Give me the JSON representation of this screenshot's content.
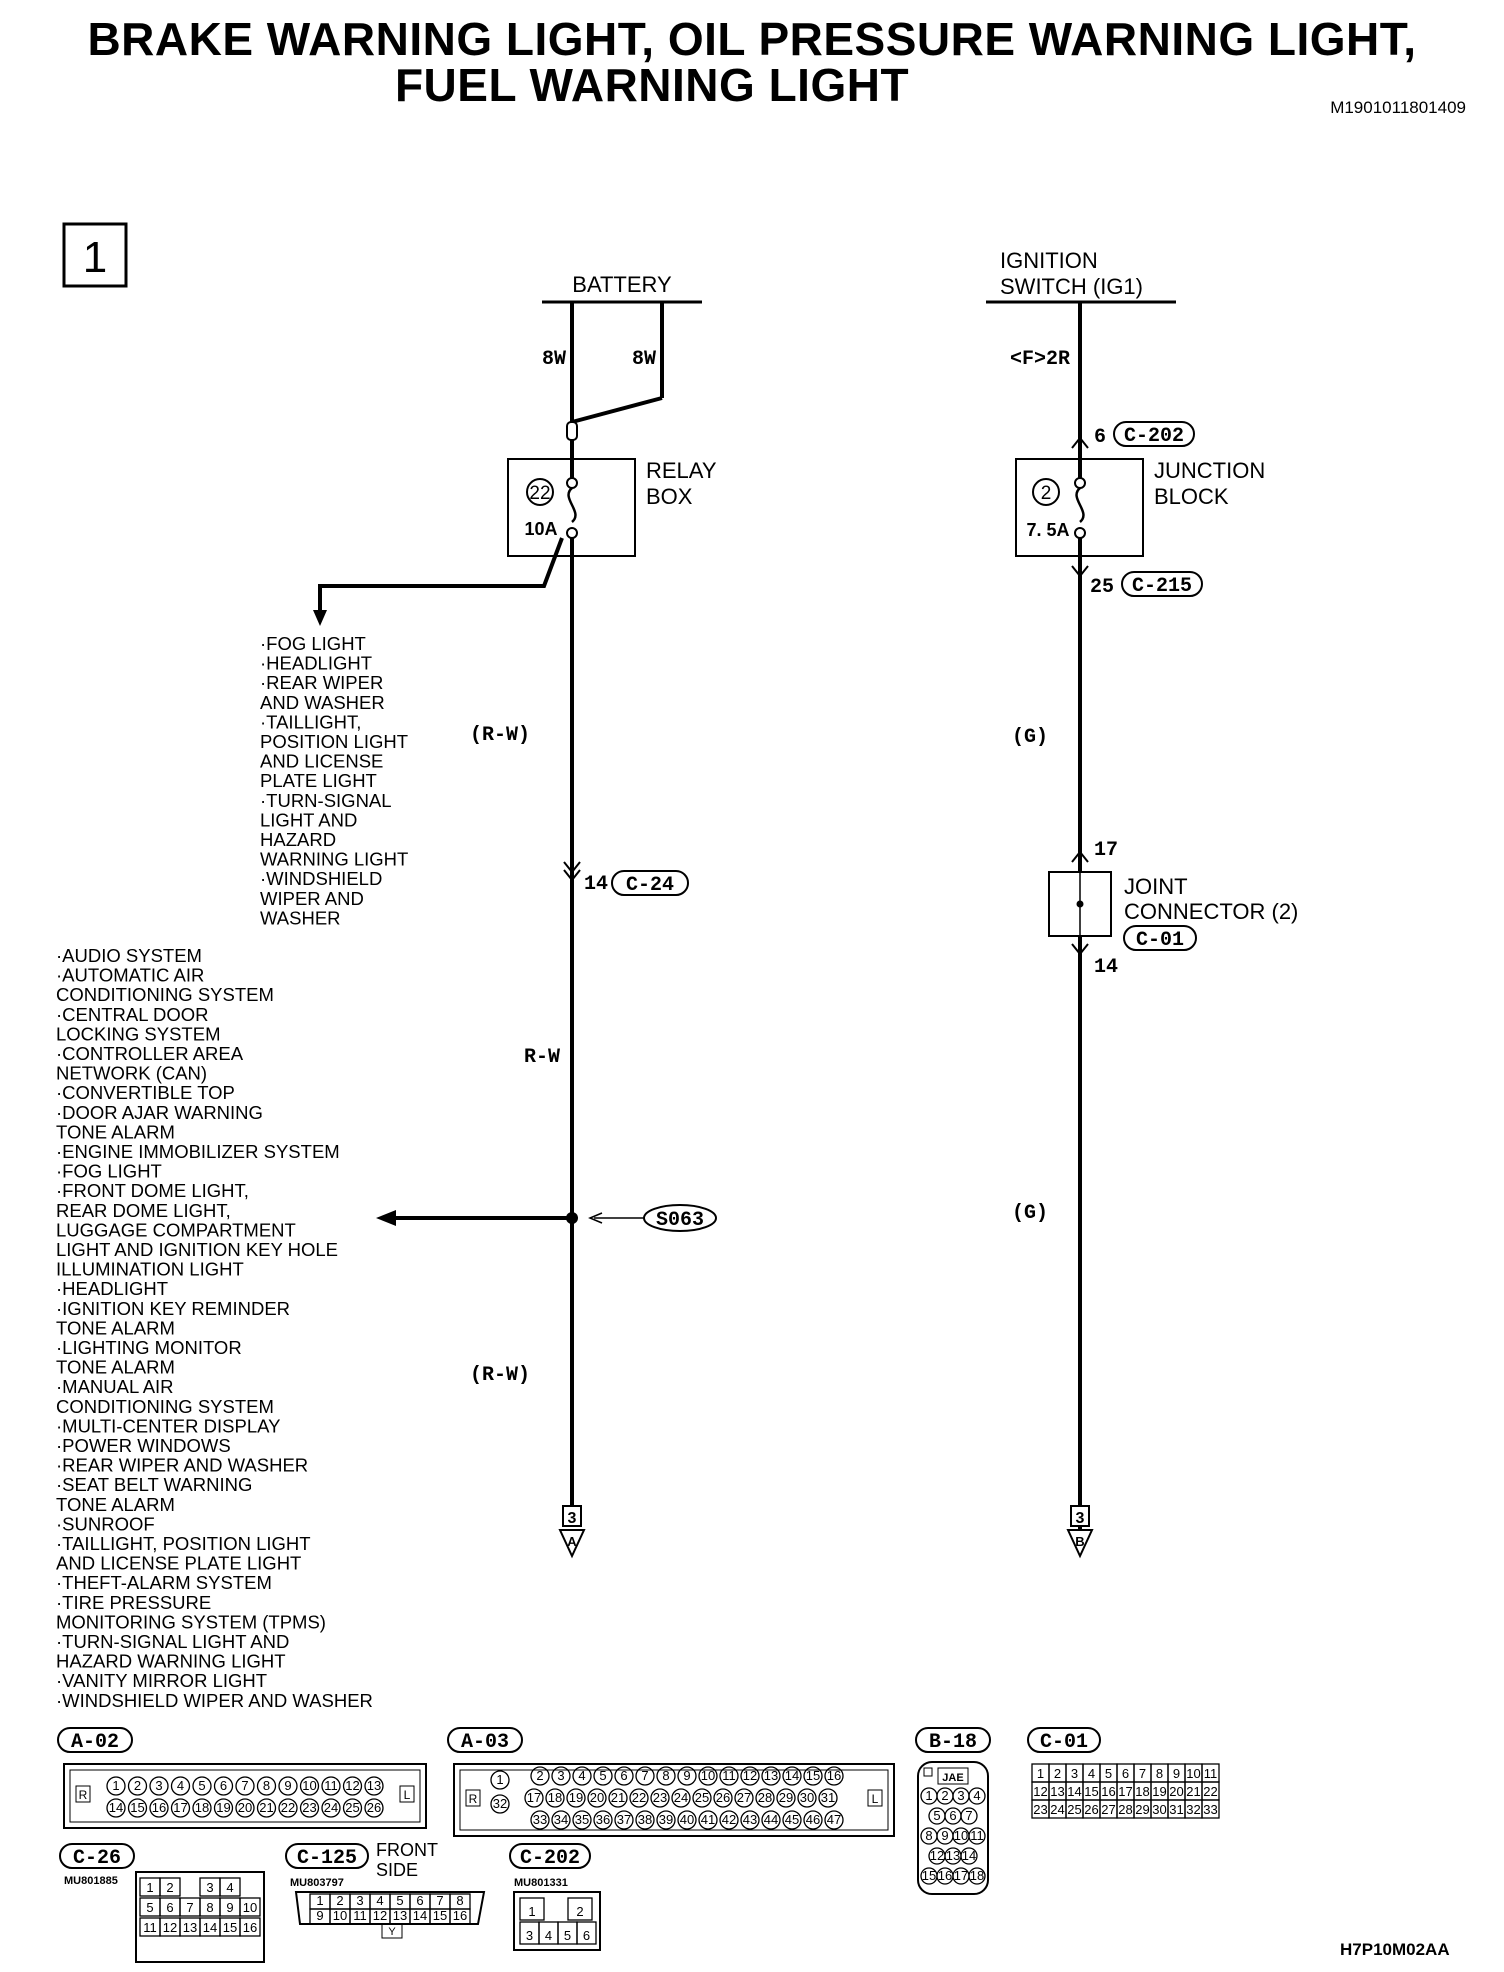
{
  "header": {
    "title_line1": "BRAKE WARNING LIGHT, OIL PRESSURE WARNING LIGHT,",
    "title_line2": "FUEL WARNING LIGHT",
    "doc_id": "M1901011801409"
  },
  "page_number": "1",
  "left_circuit": {
    "source_label": "BATTERY",
    "wire_a": "8W",
    "wire_b": "8W",
    "fuse_number": "22",
    "fuse_rating": "10A",
    "box_label_line1": "RELAY",
    "box_label_line2": "BOX",
    "wire_color_1": "(R-W)",
    "connector_pin": "14",
    "connector": "C-24",
    "wire_color_2": "R-W",
    "splice": "S063",
    "wire_color_3": "(R-W)",
    "continuation_page": "3",
    "continuation_letter": "A"
  },
  "right_circuit": {
    "source_line1": "IGNITION",
    "source_line2": "SWITCH (IG1)",
    "wire_spec": "<F>2R",
    "top_pin": "6",
    "top_connector": "C-202",
    "fuse_number": "2",
    "fuse_rating": "7. 5A",
    "box_label_line1": "JUNCTION",
    "box_label_line2": "BLOCK",
    "bottom_pin": "25",
    "bottom_connector": "C-215",
    "wire_color_1": "(G)",
    "joint_in_pin": "17",
    "joint_label_line1": "JOINT",
    "joint_label_line2": "CONNECTOR (2)",
    "joint_connector": "C-01",
    "joint_out_pin": "14",
    "wire_color_2": "(G)",
    "continuation_page": "3",
    "continuation_letter": "B"
  },
  "fuse_branch_list": [
    "·FOG LIGHT",
    "·HEADLIGHT",
    "·REAR WIPER",
    " AND WASHER",
    "·TAILLIGHT,",
    " POSITION LIGHT",
    " AND LICENSE",
    " PLATE LIGHT",
    "·TURN-SIGNAL",
    " LIGHT AND",
    " HAZARD",
    " WARNING LIGHT",
    "·WINDSHIELD",
    " WIPER AND",
    " WASHER"
  ],
  "splice_branch_list": [
    "·AUDIO SYSTEM",
    "·AUTOMATIC AIR",
    " CONDITIONING SYSTEM",
    "·CENTRAL DOOR",
    " LOCKING SYSTEM",
    "·CONTROLLER AREA",
    " NETWORK (CAN)",
    "·CONVERTIBLE TOP",
    "·DOOR AJAR WARNING",
    " TONE ALARM",
    "·ENGINE IMMOBILIZER SYSTEM",
    "·FOG LIGHT",
    "·FRONT DOME LIGHT,",
    " REAR DOME LIGHT,",
    " LUGGAGE COMPARTMENT",
    " LIGHT AND IGNITION KEY HOLE",
    " ILLUMINATION LIGHT",
    "·HEADLIGHT",
    "·IGNITION KEY REMINDER",
    " TONE ALARM",
    "·LIGHTING MONITOR",
    " TONE ALARM",
    "·MANUAL AIR",
    " CONDITIONING SYSTEM",
    "·MULTI-CENTER DISPLAY",
    "·POWER WINDOWS",
    "·REAR WIPER AND WASHER",
    "·SEAT BELT WARNING",
    " TONE ALARM",
    "·SUNROOF",
    "·TAILLIGHT, POSITION LIGHT",
    " AND LICENSE PLATE LIGHT",
    "·THEFT-ALARM SYSTEM",
    "·TIRE PRESSURE",
    " MONITORING SYSTEM (TPMS)",
    "·TURN-SIGNAL LIGHT AND",
    " HAZARD WARNING LIGHT",
    "·VANITY MIRROR LIGHT",
    "·WINDSHIELD WIPER AND WASHER"
  ],
  "connectors": {
    "a02": {
      "label": "A-02",
      "side_left": "R",
      "side_right": "L",
      "row1": [
        "1",
        "2",
        "3",
        "4",
        "5",
        "6",
        "7",
        "8",
        "9",
        "10",
        "11",
        "12",
        "13"
      ],
      "row2": [
        "14",
        "15",
        "16",
        "17",
        "18",
        "19",
        "20",
        "21",
        "22",
        "23",
        "24",
        "25",
        "26"
      ]
    },
    "a03": {
      "label": "A-03",
      "side_left": "R",
      "side_right": "L",
      "row1": [
        "1",
        "2",
        "3",
        "4",
        "5",
        "6",
        "7",
        "8",
        "9",
        "10",
        "11",
        "12",
        "13",
        "14",
        "15",
        "16"
      ],
      "row2": [
        "17",
        "18",
        "19",
        "20",
        "21",
        "22",
        "23",
        "24",
        "25",
        "26",
        "27",
        "28",
        "29",
        "30",
        "31"
      ],
      "row3": [
        "32",
        "33",
        "34",
        "35",
        "36",
        "37",
        "38",
        "39",
        "40",
        "41",
        "42",
        "43",
        "44",
        "45",
        "46",
        "47"
      ]
    },
    "b18": {
      "label": "B-18",
      "maker": "JAE",
      "rows": [
        [
          "1",
          "2",
          "3",
          "4"
        ],
        [
          "5",
          "6",
          "7"
        ],
        [
          "8",
          "9",
          "10",
          "11"
        ],
        [
          "12",
          "13",
          "14"
        ],
        [
          "15",
          "16",
          "17",
          "18"
        ]
      ]
    },
    "c01": {
      "label": "C-01",
      "rows": [
        [
          "1",
          "2",
          "3",
          "4",
          "5",
          "6",
          "7",
          "8",
          "9",
          "10",
          "11"
        ],
        [
          "12",
          "13",
          "14",
          "15",
          "16",
          "17",
          "18",
          "19",
          "20",
          "21",
          "22"
        ],
        [
          "23",
          "24",
          "25",
          "26",
          "27",
          "28",
          "29",
          "30",
          "31",
          "32",
          "33"
        ]
      ]
    },
    "c26": {
      "label": "C-26",
      "part": "MU801885",
      "rows": [
        [
          "1",
          "2",
          "",
          "3",
          "4"
        ],
        [
          "5",
          "6",
          "7",
          "8",
          "9",
          "10"
        ],
        [
          "11",
          "12",
          "13",
          "14",
          "15",
          "16"
        ]
      ]
    },
    "c125": {
      "label": "C-125",
      "part": "MU803797",
      "side_line1": "FRONT",
      "side_line2": "SIDE",
      "row1": [
        "1",
        "2",
        "3",
        "4",
        "5",
        "6",
        "7",
        "8"
      ],
      "row2": [
        "9",
        "10",
        "11",
        "12",
        "13",
        "14",
        "15",
        "16"
      ],
      "key": "Y"
    },
    "c202": {
      "label": "C-202",
      "part": "MU801331",
      "row1": [
        "1",
        "",
        "2"
      ],
      "row2": [
        "3",
        "4",
        "5",
        "6"
      ]
    }
  },
  "figure_id": "H7P10M02AA"
}
